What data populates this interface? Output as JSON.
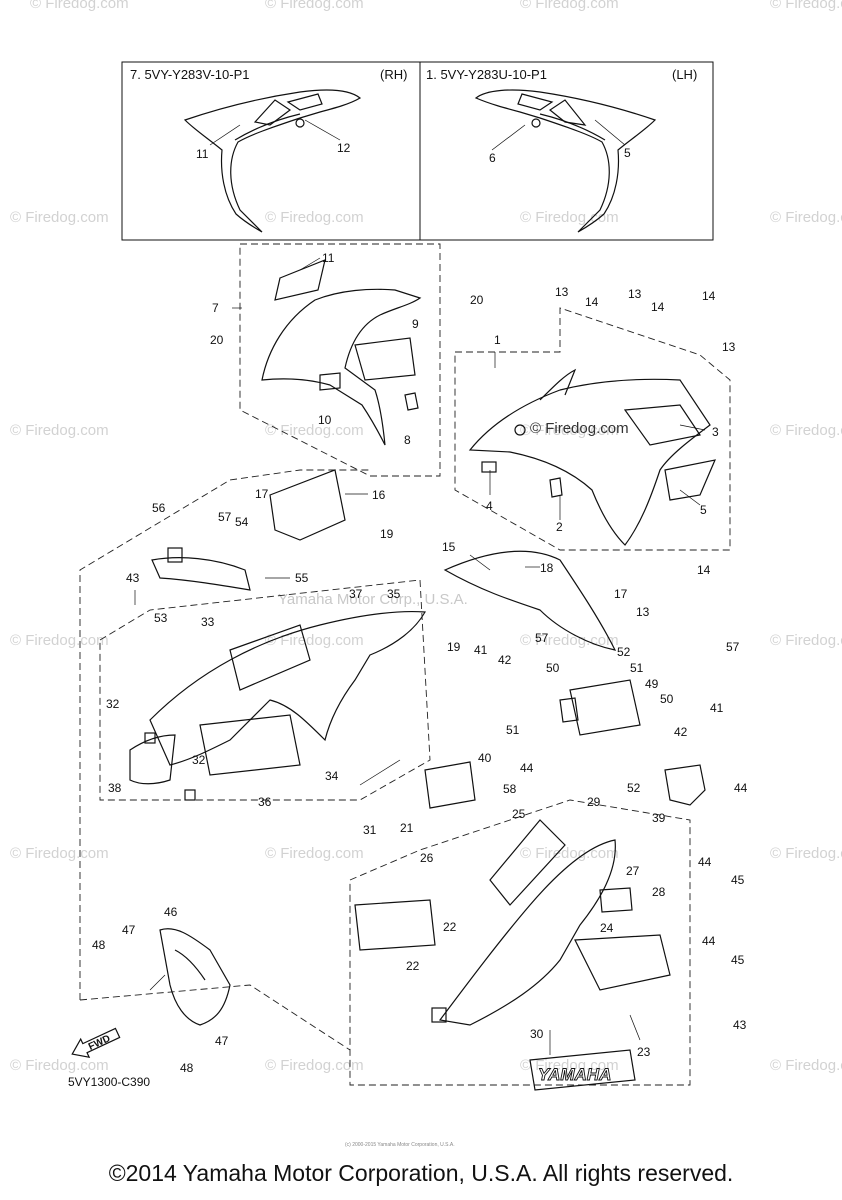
{
  "watermark": "© Firedog.com",
  "center_watermark": "Yamaha Motor Corp., U.S.A.",
  "inset": {
    "rh_code": "7. 5VY-Y283V-10-P1",
    "rh_side": "(RH)",
    "lh_code": "1. 5VY-Y283U-10-P1",
    "lh_side": "(LH)"
  },
  "decal_text": "YAMAHA",
  "fwd_label": "FWD",
  "diagram_code": "5VY1300-C390",
  "small_notice": "(c) 2000-2015 Yamaha Motor Corporation, U.S.A.",
  "copyright": "©2014 Yamaha Motor Corporation, U.S.A. All rights reserved.",
  "callouts": [
    "11",
    "12",
    "6",
    "5",
    "11",
    "7",
    "9",
    "20",
    "10",
    "8",
    "20",
    "1",
    "13",
    "14",
    "13",
    "14",
    "14",
    "13",
    "3",
    "4",
    "2",
    "5",
    "17",
    "16",
    "56",
    "57",
    "54",
    "19",
    "55",
    "43",
    "53",
    "15",
    "18",
    "17",
    "14",
    "13",
    "37",
    "35",
    "33",
    "19",
    "41",
    "42",
    "57",
    "50",
    "52",
    "51",
    "49",
    "50",
    "57",
    "32",
    "38",
    "32",
    "34",
    "36",
    "31",
    "40",
    "51",
    "58",
    "44",
    "52",
    "42",
    "41",
    "39",
    "44",
    "21",
    "25",
    "29",
    "26",
    "27",
    "28",
    "44",
    "45",
    "22",
    "24",
    "44",
    "22",
    "45",
    "30",
    "23",
    "43",
    "46",
    "47",
    "48",
    "47",
    "48"
  ]
}
